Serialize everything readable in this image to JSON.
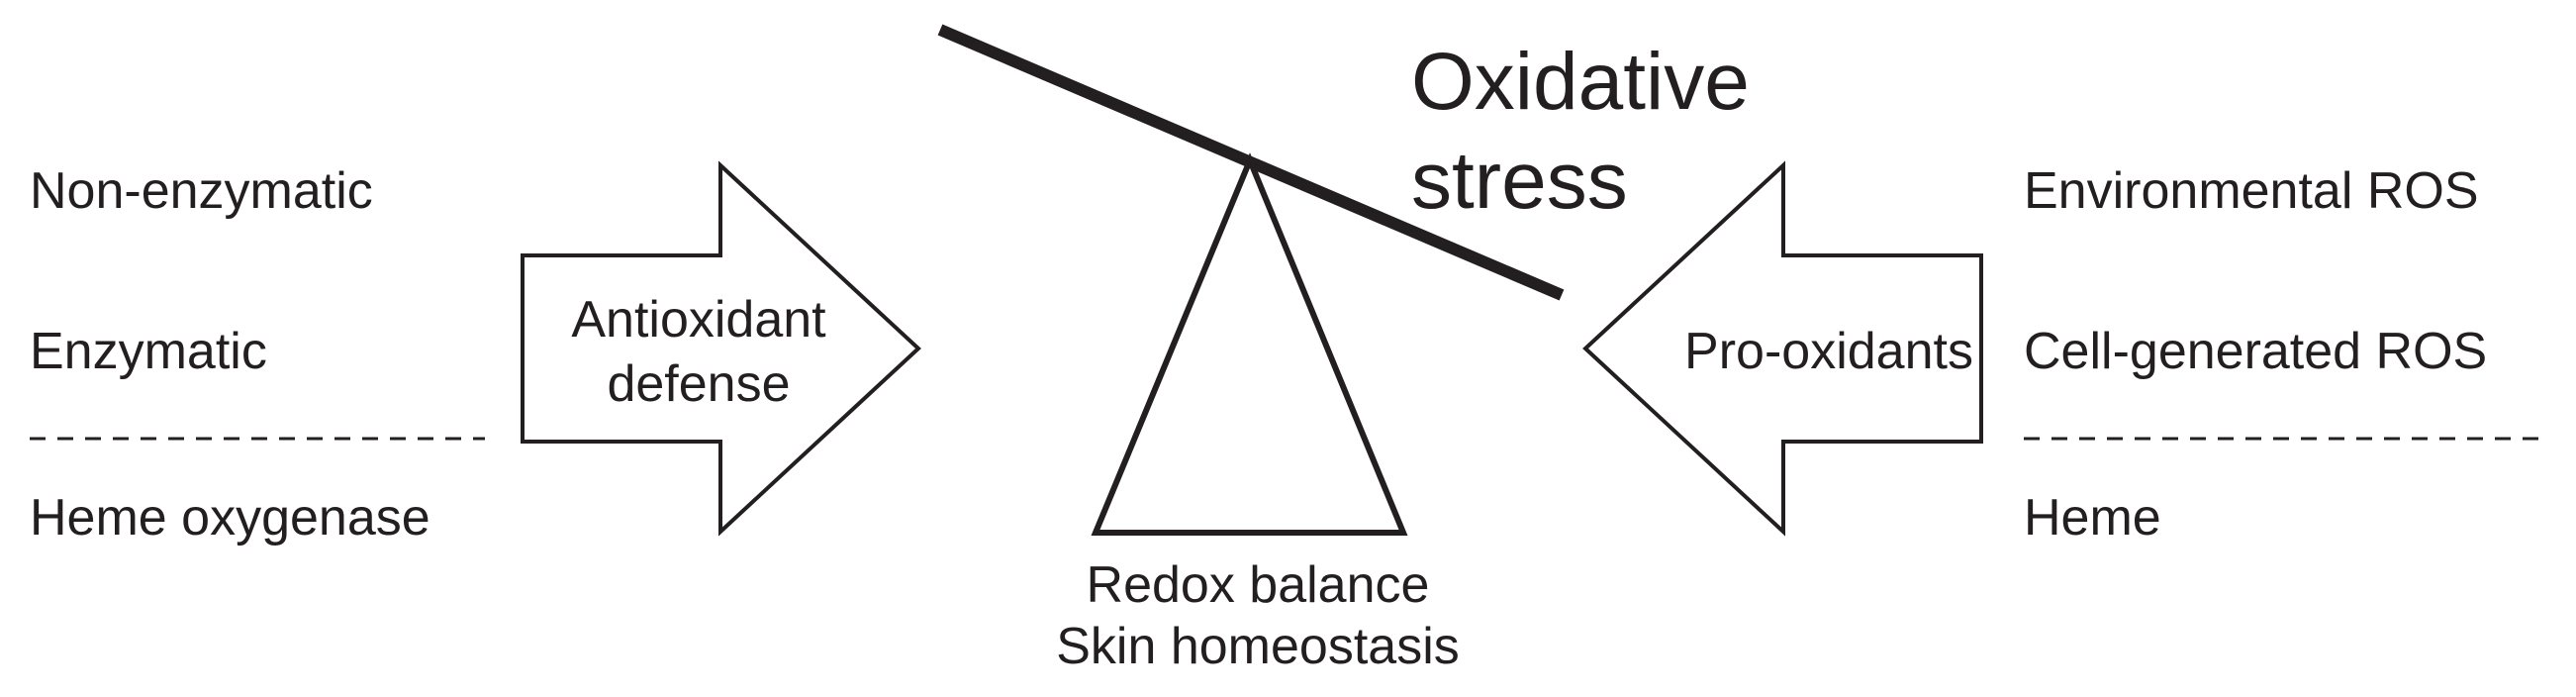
{
  "left_column": {
    "items": [
      "Non-enzymatic",
      "Enzymatic",
      "Heme oxygenase"
    ]
  },
  "left_arrow": {
    "line1": "Antioxidant",
    "line2": "defense"
  },
  "right_arrow": {
    "label": "Pro-oxidants"
  },
  "right_column": {
    "items": [
      "Environmental ROS",
      "Cell-generated ROS",
      "Heme"
    ]
  },
  "title": {
    "line1": "Oxidative",
    "line2": "stress"
  },
  "base": {
    "line1": "Redox balance",
    "line2": "Skin homeostasis"
  },
  "colors": {
    "ink": "#231f20",
    "background": "#ffffff"
  }
}
